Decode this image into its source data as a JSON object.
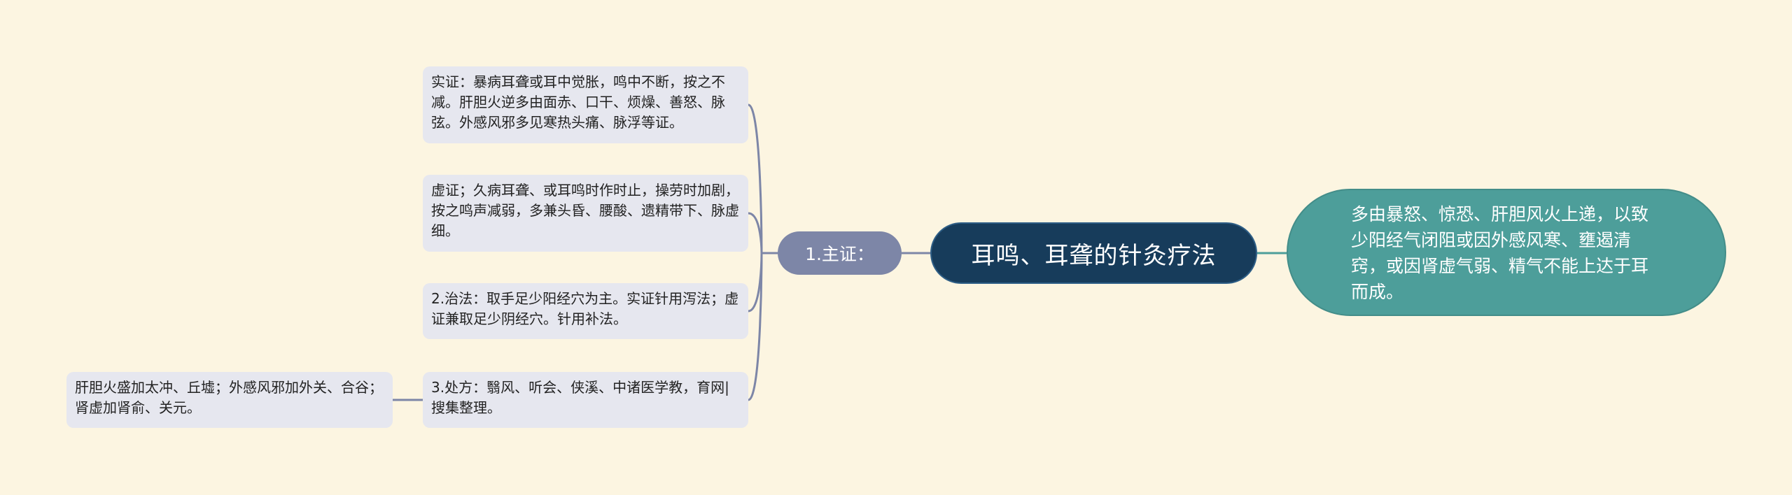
{
  "root": {
    "label": "耳鸣、耳聋的针灸疗法"
  },
  "right_note": {
    "text": "多由暴怒、惊恐、肝胆风火上递，以致少阳经气闭阻或因外感风寒、壅遏清窍，或因肾虚气弱、精气不能上达于耳而成。"
  },
  "main": {
    "label": "1.主证："
  },
  "leaves": {
    "shizheng": "实证：暴病耳聋或耳中觉胀，鸣中不断，按之不减。肝胆火逆多由面赤、口干、烦燥、善怒、脉弦。外感风邪多见寒热头痛、脉浮等证。",
    "xuzheng": "虚证；久病耳聋、或耳鸣时作时止，操劳时加剧，按之鸣声减弱，多兼头昏、腰酸、遗精带下、脉虚细。",
    "zhifa": "2.治法：取手足少阳经穴为主。实证针用泻法；虚证兼取足少阴经穴。针用补法。",
    "chufang": "3.处方：翳风、听会、侠溪、中诸医学教，育网|搜集整理。",
    "jiajian": "肝胆火盛加太冲、丘墟；外感风邪加外关、合谷；肾虚加肾俞、关元。"
  },
  "colors": {
    "background": "#fcf5e1",
    "root": "#173c5b",
    "right_note": "#4d9e9a",
    "main": "#7d86a7",
    "leaf": "#e6e7ef",
    "connector_dark": "#173c5b",
    "connector_gray": "#7d86a7"
  }
}
